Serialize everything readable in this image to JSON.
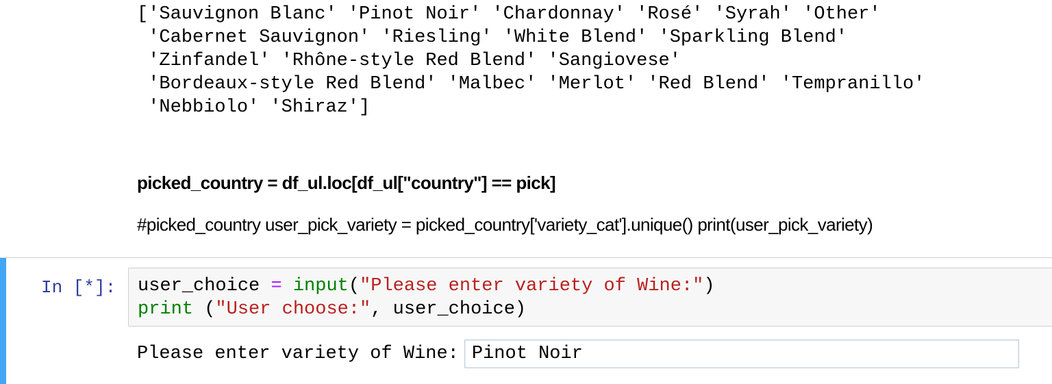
{
  "output": {
    "lines": [
      "['Sauvignon Blanc' 'Pinot Noir' 'Chardonnay' 'Rosé' 'Syrah' 'Other'",
      " 'Cabernet Sauvignon' 'Riesling' 'White Blend' 'Sparkling Blend'",
      " 'Zinfandel' 'Rhône-style Red Blend' 'Sangiovese'",
      " 'Bordeaux-style Red Blend' 'Malbec' 'Merlot' 'Red Blend' 'Tempranillo'",
      " 'Nebbiolo' 'Shiraz']"
    ]
  },
  "markdown": {
    "heading": "picked_country = df_ul.loc[df_ul[\"country\"] == pick]",
    "paragraph": "#picked_country user_pick_variety = picked_country['variety_cat'].unique() print(user_pick_variety)"
  },
  "code_cell": {
    "prompt": "In [*]:",
    "line1": {
      "var": "user_choice ",
      "op": "=",
      "space": " ",
      "func": "input",
      "open": "(",
      "str": "\"Please enter variety of Wine:\"",
      "close": ")"
    },
    "line2": {
      "func": "print",
      "open": " (",
      "str": "\"User choose:\"",
      "rest": ", user_choice)"
    },
    "stdin": {
      "prompt": "Please enter variety of Wine:",
      "value": "Pinot Noir"
    }
  },
  "colors": {
    "selected_cell_bar": "#42a5f5",
    "prompt": "#303f9f",
    "keyword_builtin": "#008000",
    "string": "#ba2121",
    "operator": "#aa22ff"
  }
}
